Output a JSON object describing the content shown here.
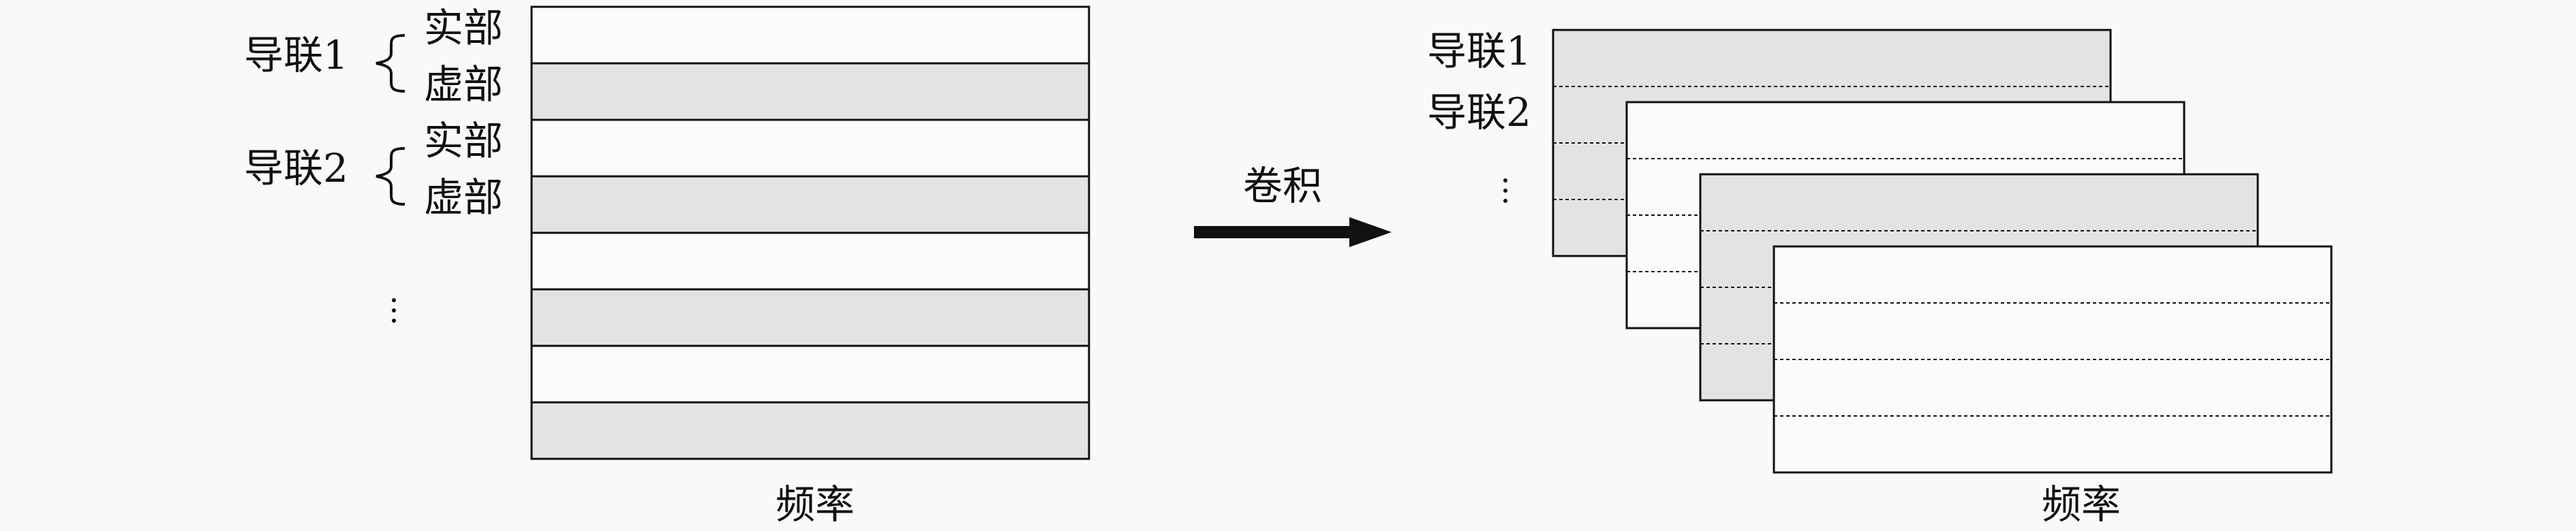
{
  "left": {
    "lead1_label": "导联1",
    "lead2_label": "导联2",
    "real_label": "实部",
    "imag_label": "虚部",
    "freq_label": "频率"
  },
  "arrow": {
    "label": "卷积"
  },
  "right": {
    "lead1_label": "导联1",
    "lead2_label": "导联2",
    "freq_label": "频率"
  },
  "colors": {
    "gray": "#e3e3e3",
    "white": "#fbfbfb",
    "stroke": "#111111"
  }
}
